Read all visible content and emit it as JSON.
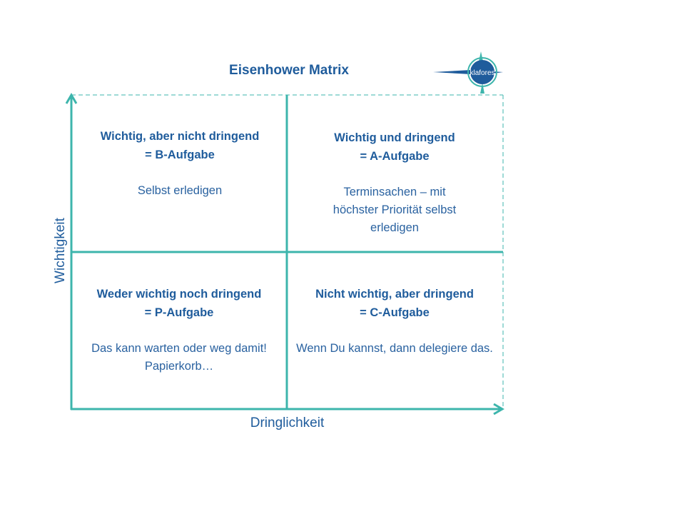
{
  "title": "Eisenhower Matrix",
  "logo_text": "klafores",
  "x_axis_label": "Dringlichkeit",
  "y_axis_label": "Wichtigkeit",
  "quadrants": {
    "top_left": {
      "heading1": "Wichtig, aber nicht dringend",
      "heading2": "= B-Aufgabe",
      "body": "Selbst erledigen"
    },
    "top_right": {
      "heading1": "Wichtig und dringend",
      "heading2": "= A-Aufgabe",
      "body": "Terminsachen  – mit höchster Priorität selbst erledigen"
    },
    "bottom_left": {
      "heading1": "Weder wichtig noch dringend",
      "heading2": "= P-Aufgabe",
      "body": "Das kann warten oder weg damit! Papierkorb…"
    },
    "bottom_right": {
      "heading1": "Nicht wichtig, aber dringend",
      "heading2": "= C-Aufgabe",
      "body": "Wenn Du kannst, dann delegiere das."
    }
  },
  "colors": {
    "line": "#3db5ac",
    "text": "#1f5c9c",
    "logo": "#1f5c9c"
  }
}
